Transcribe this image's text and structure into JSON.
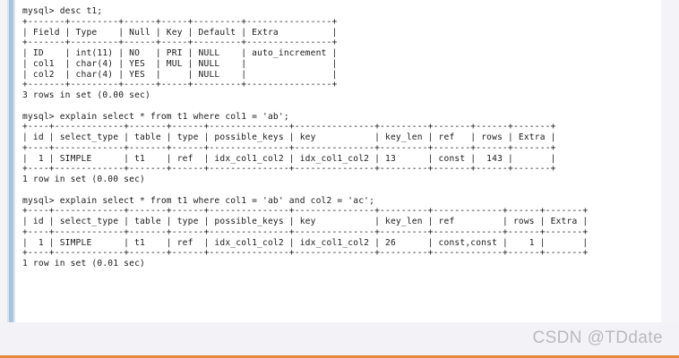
{
  "meta": {
    "app": "mysql-cli-terminal-output",
    "prompt_symbol": "mysql>",
    "colors": {
      "page_background": "#f4f4f8",
      "code_background": "#ffffff",
      "gutter_bar": "#aac4dd",
      "text": "#1b1b1b",
      "footer_background": "#f3f3f7",
      "footer_rule": "#e8883a",
      "watermark_text": "#b9b9c0"
    }
  },
  "watermark": {
    "label": "CSDN @TDdate"
  },
  "terminal": {
    "blocks": [
      {
        "id": "desc-t1",
        "command": "mysql> desc t1;",
        "result_status": "3 rows in set (0.00 sec)",
        "table": {
          "columns": [
            "Field",
            "Type",
            "Null",
            "Key",
            "Default",
            "Extra"
          ],
          "rows": [
            [
              "ID",
              "int(11)",
              "NO",
              "PRI",
              "NULL",
              "auto_increment"
            ],
            [
              "col1",
              "char(4)",
              "YES",
              "MUL",
              "NULL",
              ""
            ],
            [
              "col2",
              "char(4)",
              "YES",
              "",
              "NULL",
              ""
            ]
          ]
        },
        "ascii": [
          "mysql> desc t1;",
          "+-------+---------+------+-----+---------+----------------+",
          "| Field | Type    | Null | Key | Default | Extra          |",
          "+-------+---------+------+-----+---------+----------------+",
          "| ID    | int(11) | NO   | PRI | NULL    | auto_increment |",
          "| col1  | char(4) | YES  | MUL | NULL    |                |",
          "| col2  | char(4) | YES  |     | NULL    |                |",
          "+-------+---------+------+-----+---------+----------------+",
          "3 rows in set (0.00 sec)"
        ]
      },
      {
        "id": "explain-col1",
        "command": "mysql> explain select * from t1 where col1 = 'ab';",
        "result_status": "1 row in set (0.00 sec)",
        "table": {
          "columns": [
            "id",
            "select_type",
            "table",
            "type",
            "possible_keys",
            "key",
            "key_len",
            "ref",
            "rows",
            "Extra"
          ],
          "rows": [
            [
              "1",
              "SIMPLE",
              "t1",
              "ref",
              "idx_col1_col2",
              "idx_col1_col2",
              "13",
              "const",
              "143",
              ""
            ]
          ]
        },
        "ascii": [
          "mysql> explain select * from t1 where col1 = 'ab';",
          "+----+-------------+-------+------+---------------+---------------+---------+-------+------+-------+",
          "| id | select_type | table | type | possible_keys | key           | key_len | ref   | rows | Extra |",
          "+----+-------------+-------+------+---------------+---------------+---------+-------+------+-------+",
          "|  1 | SIMPLE      | t1    | ref  | idx_col1_col2 | idx_col1_col2 | 13      | const |  143 |       |",
          "+----+-------------+-------+------+---------------+---------------+---------+-------+------+-------+",
          "1 row in set (0.00 sec)"
        ]
      },
      {
        "id": "explain-col1-col2",
        "command": "mysql> explain select * from t1 where col1 = 'ab' and col2 = 'ac';",
        "result_status": "1 row in set (0.01 sec)",
        "table": {
          "columns": [
            "id",
            "select_type",
            "table",
            "type",
            "possible_keys",
            "key",
            "key_len",
            "ref",
            "rows",
            "Extra"
          ],
          "rows": [
            [
              "1",
              "SIMPLE",
              "t1",
              "ref",
              "idx_col1_col2",
              "idx_col1_col2",
              "26",
              "const,const",
              "1",
              ""
            ]
          ]
        },
        "ascii": [
          "mysql> explain select * from t1 where col1 = 'ab' and col2 = 'ac';",
          "+----+-------------+-------+------+---------------+---------------+---------+-------------+------+-------+",
          "| id | select_type | table | type | possible_keys | key           | key_len | ref         | rows | Extra |",
          "+----+-------------+-------+------+---------------+---------------+---------+-------------+------+-------+",
          "|  1 | SIMPLE      | t1    | ref  | idx_col1_col2 | idx_col1_col2 | 26      | const,const |    1 |       |",
          "+----+-------------+-------+------+---------------+---------------+---------+-------------+------+-------+",
          "1 row in set (0.01 sec)"
        ]
      }
    ],
    "full_text": "mysql> desc t1;\n+-------+---------+------+-----+---------+----------------+\n| Field | Type    | Null | Key | Default | Extra          |\n+-------+---------+------+-----+---------+----------------+\n| ID    | int(11) | NO   | PRI | NULL    | auto_increment |\n| col1  | char(4) | YES  | MUL | NULL    |                |\n| col2  | char(4) | YES  |     | NULL    |                |\n+-------+---------+------+-----+---------+----------------+\n3 rows in set (0.00 sec)\n\nmysql> explain select * from t1 where col1 = 'ab';\n+----+-------------+-------+------+---------------+---------------+---------+-------+------+-------+\n| id | select_type | table | type | possible_keys | key           | key_len | ref   | rows | Extra |\n+----+-------------+-------+------+---------------+---------------+---------+-------+------+-------+\n|  1 | SIMPLE      | t1    | ref  | idx_col1_col2 | idx_col1_col2 | 13      | const |  143 |       |\n+----+-------------+-------+------+---------------+---------------+---------+-------+------+-------+\n1 row in set (0.00 sec)\n\nmysql> explain select * from t1 where col1 = 'ab' and col2 = 'ac';\n+----+-------------+-------+------+---------------+---------------+---------+-------------+------+-------+\n| id | select_type | table | type | possible_keys | key           | key_len | ref         | rows | Extra |\n+----+-------------+-------+------+---------------+---------------+---------+-------------+------+-------+\n|  1 | SIMPLE      | t1    | ref  | idx_col1_col2 | idx_col1_col2 | 26      | const,const |    1 |       |\n+----+-------------+-------+------+---------------+---------------+---------+-------------+------+-------+\n1 row in set (0.01 sec)"
  }
}
